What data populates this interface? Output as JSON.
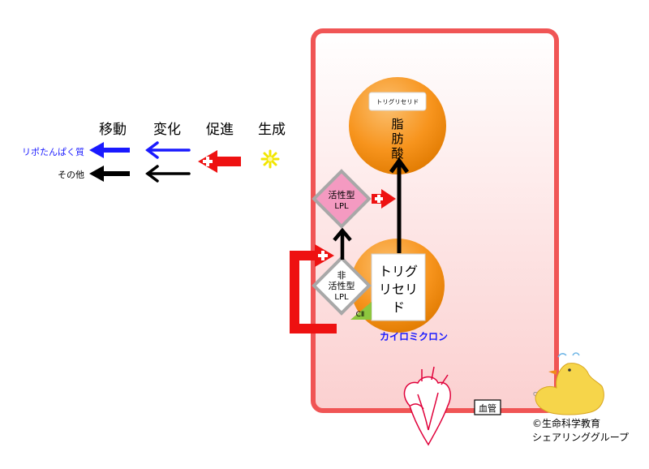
{
  "legend": {
    "headers": {
      "move": "移動",
      "change": "変化",
      "promote": "促進",
      "produce": "生成"
    },
    "rows": [
      {
        "label": "リポたんぱく質",
        "color": "#1a1aff"
      },
      {
        "label": "その他",
        "color": "#000000"
      }
    ]
  },
  "nodes": {
    "fatty_acid": {
      "tag": "トリグリセリド",
      "line1": "脂",
      "line2": "肪",
      "line3": "酸"
    },
    "active_lpl": {
      "line1": "活性型",
      "line2": "LPL"
    },
    "inactive_lpl": {
      "line1": "非",
      "line2": "活性型",
      "line3": "LPL"
    },
    "chylomicron_tg": {
      "line1": "トリグ",
      "line2": "リセリ",
      "line3": "ド"
    },
    "cii": "CⅡ",
    "chylomicron_label": "カイロミクロン"
  },
  "vessel_label": "血管",
  "copyright": {
    "line1": "©生命科学教育",
    "line2": "シェアリンググループ"
  },
  "colors": {
    "vessel_border": "#f05555",
    "orange": "#f7941d",
    "lpl_pink": "#f49ac1",
    "cii_green": "#8dc63f",
    "blue": "#1a1aff",
    "red": "#ee1111"
  }
}
